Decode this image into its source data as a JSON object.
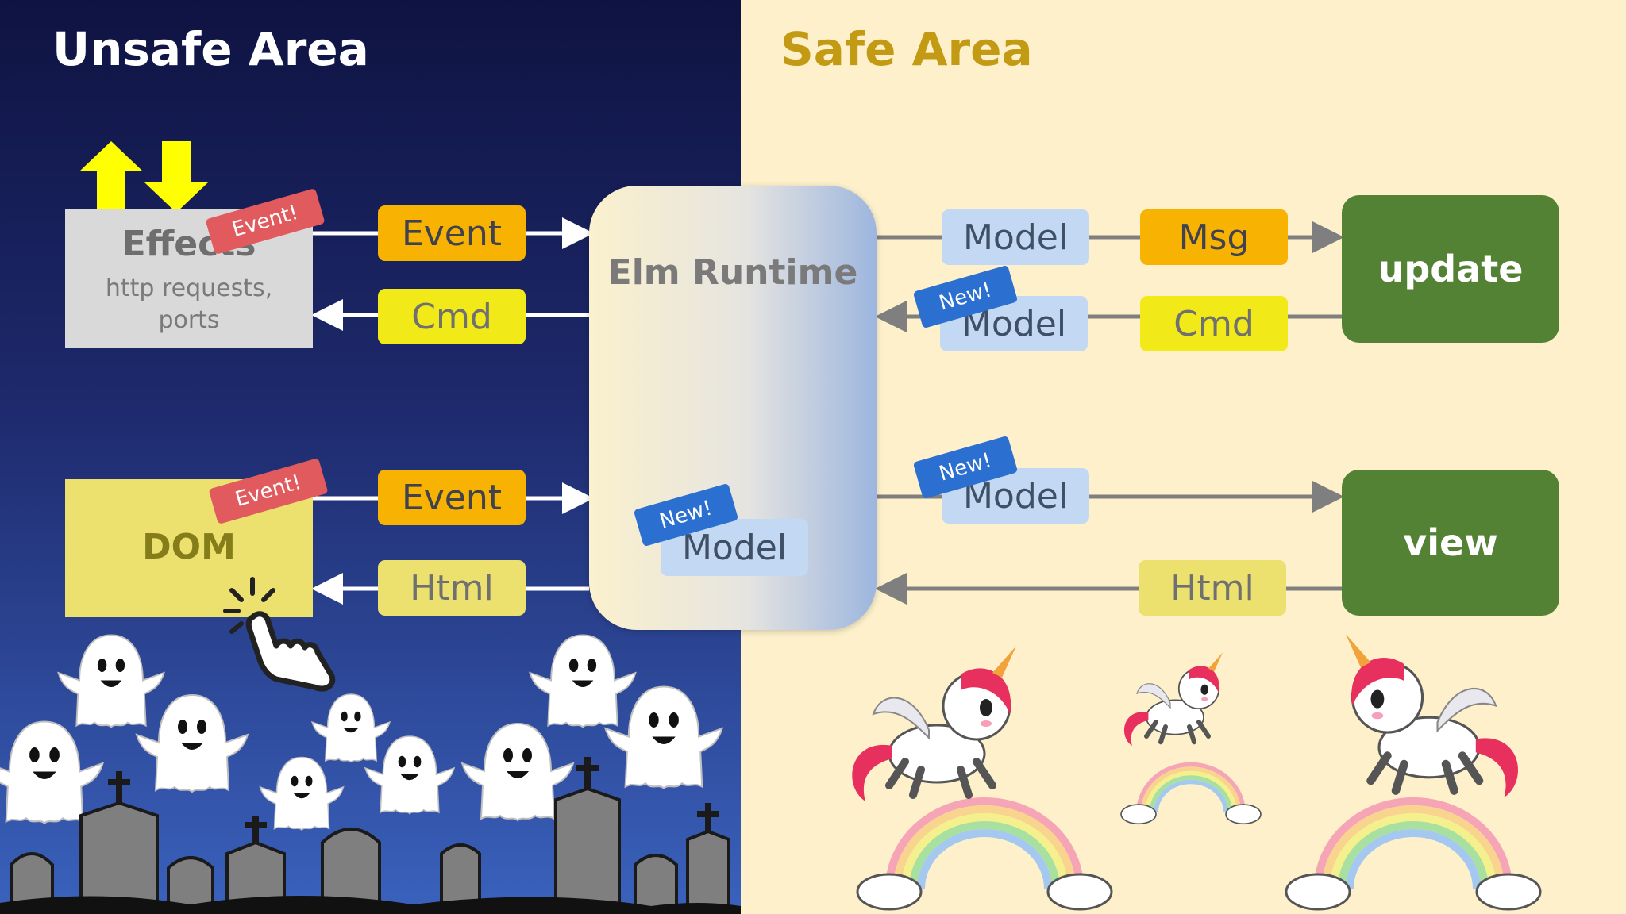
{
  "areas": {
    "unsafe": "Unsafe Area",
    "safe": "Safe Area"
  },
  "effects": {
    "title": "Effects",
    "line1": "http requests,",
    "line2": "ports"
  },
  "dom": {
    "title": "DOM"
  },
  "runtime": {
    "title": "Elm Runtime"
  },
  "labels": {
    "event": "Event",
    "cmd": "Cmd",
    "html": "Html",
    "model": "Model",
    "msg": "Msg",
    "new": "New!",
    "event_tag": "Event!"
  },
  "functions": {
    "update": "update",
    "view": "view"
  },
  "colors": {
    "unsafe_title": "#ffffff",
    "safe_title": "#c39a14",
    "update_green": "#548235",
    "event_orange": "#f7b202",
    "cmd_yellow": "#f1ea18",
    "model_blue": "#c3d8f2"
  },
  "icons": [
    "arrow-up-icon",
    "arrow-down-icon",
    "pointer-hand-icon",
    "ghost-icon",
    "tombstone-icon",
    "unicorn-icon",
    "rainbow-icon"
  ]
}
